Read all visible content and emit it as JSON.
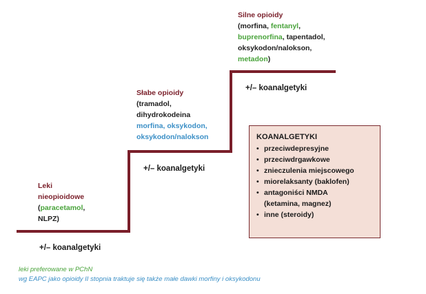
{
  "colors": {
    "step_line": "#7a1f2a",
    "title": "#7a1f2a",
    "preferred_green": "#49a33b",
    "note_blue": "#3b8fc6",
    "box_fill": "#f4dfd7",
    "box_border": "#7a2b30"
  },
  "step1": {
    "title_l1": "Leki",
    "title_l2": "nieopioidowe",
    "open": "(",
    "drug_green": "paracetamol",
    "comma": ",",
    "last": "NLPZ)"
  },
  "step2": {
    "title": "Słabe opioidy",
    "l1": "(tramadol,",
    "l2": "dihydrokodeina",
    "l3_blue": "morfina, oksykodon,",
    "l4_blue": "oksykodon/nalokson"
  },
  "step3": {
    "title": "Silne opioidy",
    "l1_a": "(morfina, ",
    "l1_green": "fentanyl",
    "l1_b": ",",
    "l2_green": "buprenorfina",
    "l2_b": ", tapentadol,",
    "l3": "oksykodon/nalokson,",
    "l4_green": "metadon",
    "l4_b": ")"
  },
  "adjuvant_labels": {
    "step1": "+/– koanalgetyki",
    "step2": "+/– koanalgetyki",
    "step3": "+/– koanalgetyki"
  },
  "koanalgetyki_box": {
    "title": "KOANALGETYKI",
    "items": [
      "przeciwdepresyjne",
      "przeciwdrgawkowe",
      "znieczulenia miejscowego",
      "miorelaksanty (baklofen)",
      "antagoniści NMDA",
      "(ketamina, magnez)",
      "inne (steroidy)"
    ]
  },
  "footnotes": {
    "preferred": "leki preferowane w PChN",
    "eapc": "wg EAPC jako opioidy II stopnia traktuje się także małe dawki morfiny i oksykodonu"
  }
}
